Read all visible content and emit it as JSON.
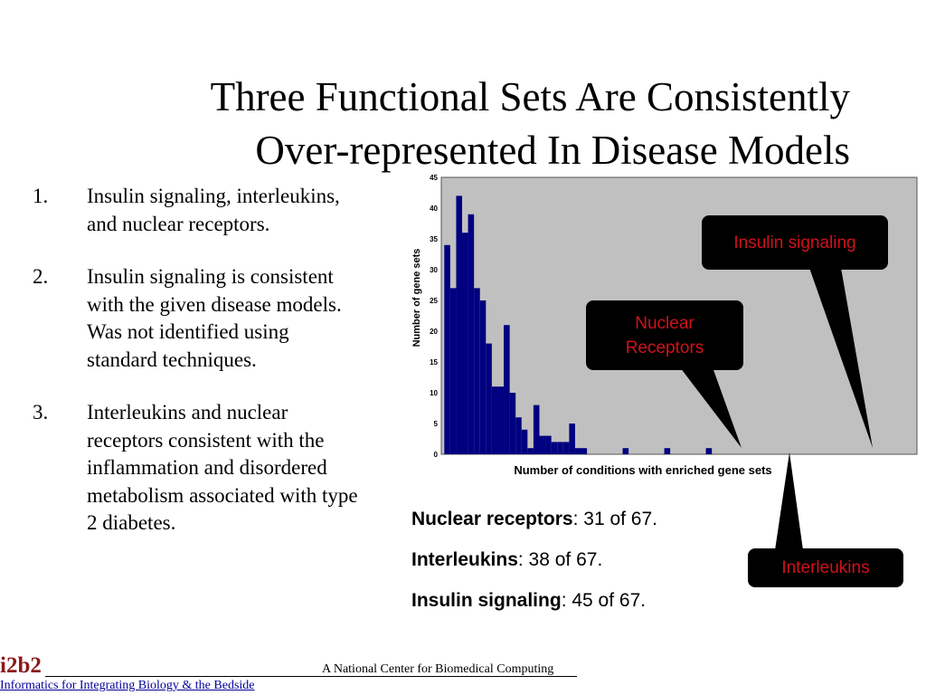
{
  "slide": {
    "title_line1": "Three Functional Sets Are Consistently",
    "title_line2": "Over-represented In Disease Models"
  },
  "points": [
    {
      "num": "1.",
      "text": "Insulin signaling, interleukins, and nuclear receptors."
    },
    {
      "num": "2.",
      "text": "Insulin signaling is consistent with the given disease models.  Was not identified using standard techniques."
    },
    {
      "num": "3.",
      "text": "Interleukins and nuclear receptors consistent with the inflammation and disordered metabolism associated with type 2 diabetes."
    }
  ],
  "chart_data": {
    "type": "bar",
    "xlabel": "Number of conditions with enriched gene sets",
    "ylabel": "Number of gene sets",
    "ylim": [
      0,
      45
    ],
    "yticks": [
      0,
      5,
      10,
      15,
      20,
      25,
      30,
      35,
      40,
      45
    ],
    "xlim": [
      0,
      80
    ],
    "grid": false,
    "background": "#c0c0c0",
    "bar_color": "#000080",
    "x": [
      1,
      2,
      3,
      4,
      5,
      6,
      7,
      8,
      9,
      10,
      11,
      12,
      13,
      14,
      15,
      16,
      17,
      18,
      19,
      20,
      21,
      22,
      23,
      24,
      25,
      26,
      27,
      28,
      29,
      30,
      31,
      32,
      33,
      34,
      35,
      36,
      37,
      38,
      39,
      40,
      41,
      42,
      43,
      44,
      45
    ],
    "values": [
      34,
      27,
      42,
      36,
      39,
      27,
      25,
      18,
      11,
      11,
      21,
      10,
      6,
      4,
      1,
      8,
      3,
      3,
      2,
      2,
      2,
      5,
      1,
      1,
      0,
      0,
      0,
      0,
      0,
      0,
      1,
      0,
      0,
      0,
      0,
      0,
      0,
      1,
      0,
      0,
      0,
      0,
      0,
      0,
      1
    ]
  },
  "callouts": {
    "insulin": "Insulin signaling",
    "nuclear_line1": "Nuclear",
    "nuclear_line2": "Receptors",
    "interleukins": "Interleukins"
  },
  "facts": [
    {
      "label": "Nuclear receptors",
      "rest": ": 31 of 67."
    },
    {
      "label": "Interleukins",
      "rest": ": 38 of 67."
    },
    {
      "label": "Insulin signaling",
      "rest": ": 45 of 67."
    }
  ],
  "footer": {
    "logo": "i2b2",
    "center": "A National Center for Biomedical Computing",
    "tagline": "Informatics for Integrating Biology & the Bedside"
  },
  "colors": {
    "callout_text": "#d0121b",
    "logo": "#8b1a1a",
    "link": "#00009c"
  }
}
